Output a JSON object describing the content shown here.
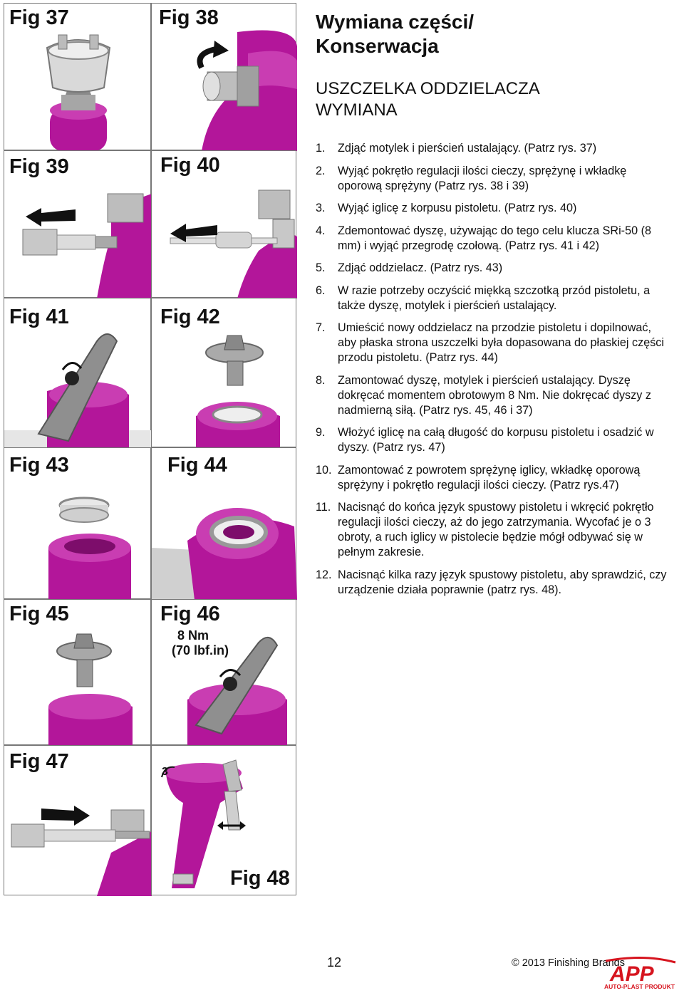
{
  "figures": {
    "fig37": "Fig 37",
    "fig38": "Fig 38",
    "fig39": "Fig 39",
    "fig40": "Fig 40",
    "fig41": "Fig 41",
    "fig42": "Fig 42",
    "fig43": "Fig 43",
    "fig44": "Fig 44",
    "fig45": "Fig 45",
    "fig46": "Fig 46",
    "fig46_torque_1": "8 Nm",
    "fig46_torque_2": "(70 lbf.in)",
    "fig47": "Fig 47",
    "fig48": "Fig 48",
    "fig48_turns": "3"
  },
  "heading": {
    "title_line1": "Wymiana części/",
    "title_line2": "Konserwacja",
    "subtitle_line1": "USZCZELKA ODDZIELACZA",
    "subtitle_line2": "WYMIANA"
  },
  "steps": [
    {
      "num": "1.",
      "text": "Zdjąć motylek i pierścień ustalający. (Patrz rys. 37)"
    },
    {
      "num": "2.",
      "text": "Wyjąć pokrętło regulacji ilości cieczy, sprężynę i wkładkę oporową sprężyny (Patrz rys. 38 i 39)"
    },
    {
      "num": "3.",
      "text": "Wyjąć iglicę z korpusu pistoletu. (Patrz rys. 40)"
    },
    {
      "num": "4.",
      "text": "Zdemontować dyszę, używając do tego celu klucza SRi-50 (8 mm) i wyjąć przegrodę czołową. (Patrz rys. 41 i 42)"
    },
    {
      "num": "5.",
      "text": "Zdjąć oddzielacz. (Patrz rys. 43)"
    },
    {
      "num": "6.",
      "text": "W razie potrzeby oczyścić miękką szczotką przód pistoletu, a także dyszę, motylek i pierścień ustalający."
    },
    {
      "num": "7.",
      "text": "Umieścić nowy oddzielacz na przodzie pistoletu i dopilnować, aby płaska strona uszczelki była dopasowana do płaskiej części przodu pistoletu. (Patrz rys. 44)"
    },
    {
      "num": "8.",
      "text": "Zamontować dyszę, motylek i pierścień ustalający. Dyszę dokręcać momentem obrotowym 8 Nm. Nie dokręcać dyszy z nadmierną siłą. (Patrz rys. 45, 46 i 37)"
    },
    {
      "num": "9.",
      "text": "Włożyć iglicę na całą długość do korpusu pistoletu i osadzić w dyszy. (Patrz rys. 47)"
    },
    {
      "num": "10.",
      "text": "Zamontować z powrotem sprężynę iglicy, wkładkę oporową sprężyny i pokrętło regulacji ilości cieczy. (Patrz rys.47)"
    },
    {
      "num": "11.",
      "text": "Nacisnąć do końca język spustowy pistoletu i wkręcić pokrętło regulacji ilości cieczy, aż do jego zatrzymania. Wycofać je o 3 obroty, a ruch iglicy w pistolecie będzie mógł odbywać się w pełnym zakresie."
    },
    {
      "num": "12.",
      "text": "Nacisnąć kilka razy język spustowy pistoletu, aby sprawdzić, czy urządzenie działa poprawnie (patrz rys. 48)."
    }
  ],
  "footer": {
    "page_number": "12",
    "copyright": "© 2013 Finishing Brands",
    "logo_text": "APP",
    "logo_subtext": "AUTO-PLAST PRODUKT"
  },
  "colors": {
    "magenta": "#b3169a",
    "magenta_dark": "#7d0d6b",
    "metal": "#bfbfbf",
    "logo_red": "#d6141e"
  }
}
